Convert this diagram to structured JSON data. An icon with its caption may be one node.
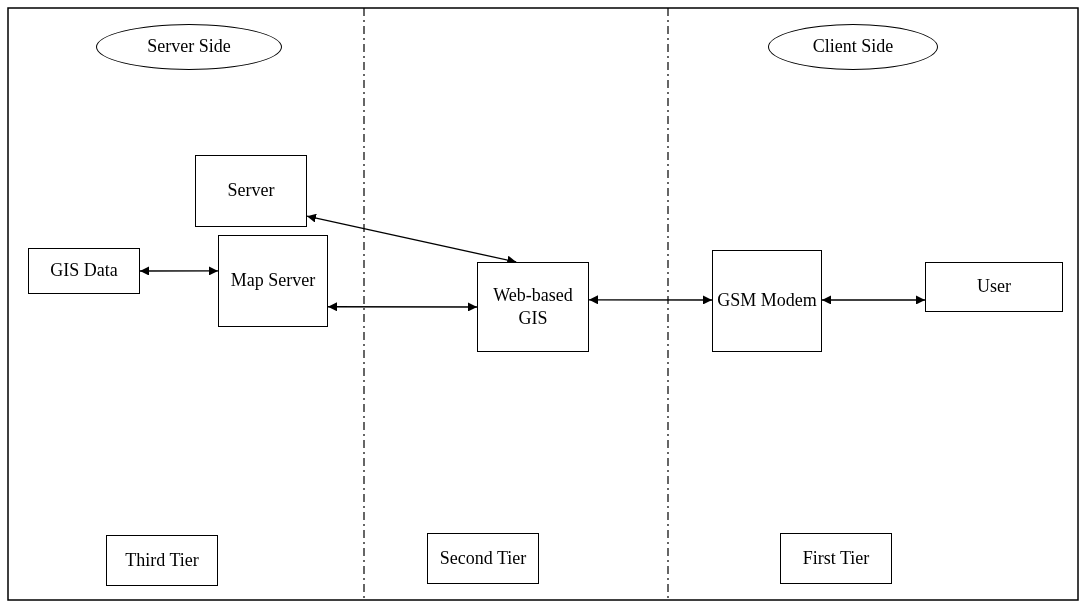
{
  "diagram": {
    "nodes": [
      {
        "text": [
          "Server Side"
        ]
      },
      {
        "text": [
          "Client Side"
        ]
      },
      {
        "text": [
          "Server"
        ]
      },
      {
        "text": [
          "GIS Data"
        ]
      },
      {
        "text": [
          "Map Server"
        ]
      },
      {
        "text": [
          "Web-based GIS"
        ]
      },
      {
        "text": [
          "GSM Modem"
        ]
      },
      {
        "text": [
          "User"
        ]
      },
      {
        "text": [
          "Third Tier"
        ]
      },
      {
        "text": [
          "Second Tier"
        ]
      },
      {
        "text": [
          "First Tier"
        ]
      }
    ],
    "edges": [
      {
        "from": 3,
        "to": 4,
        "arrow": "both"
      },
      {
        "from": 4,
        "to": 5,
        "arrow": "both"
      },
      {
        "from": 2,
        "to": 5,
        "arrow": "both"
      },
      {
        "from": 5,
        "to": 6,
        "arrow": "both"
      },
      {
        "from": 6,
        "to": 7,
        "arrow": "both"
      }
    ]
  }
}
